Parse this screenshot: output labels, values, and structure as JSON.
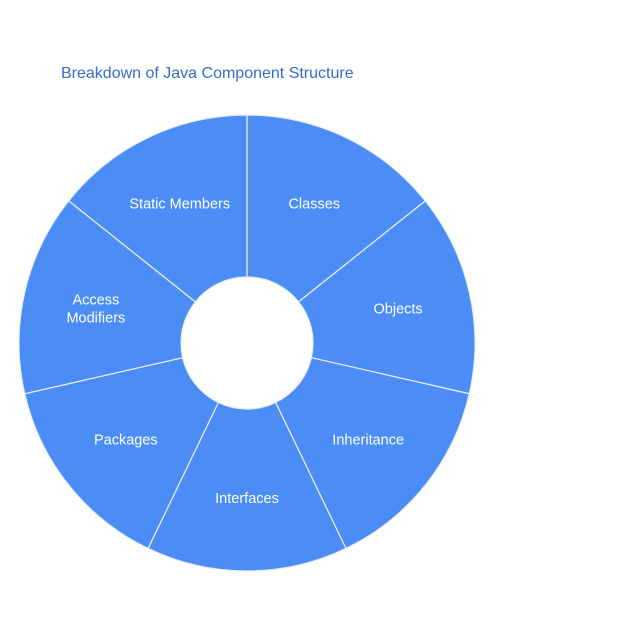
{
  "chart_data": {
    "type": "pie",
    "hole": true,
    "title": "Breakdown of Java Component Structure",
    "labels": [
      "Classes",
      "Objects",
      "Inheritance",
      "Interfaces",
      "Packages",
      "Access Modifiers",
      "Static Members"
    ],
    "values": [
      1,
      1,
      1,
      1,
      1,
      1,
      1
    ],
    "direction": "clockwise",
    "start": "top",
    "color": "#4b8df5",
    "line_color": "#e8eefc"
  }
}
